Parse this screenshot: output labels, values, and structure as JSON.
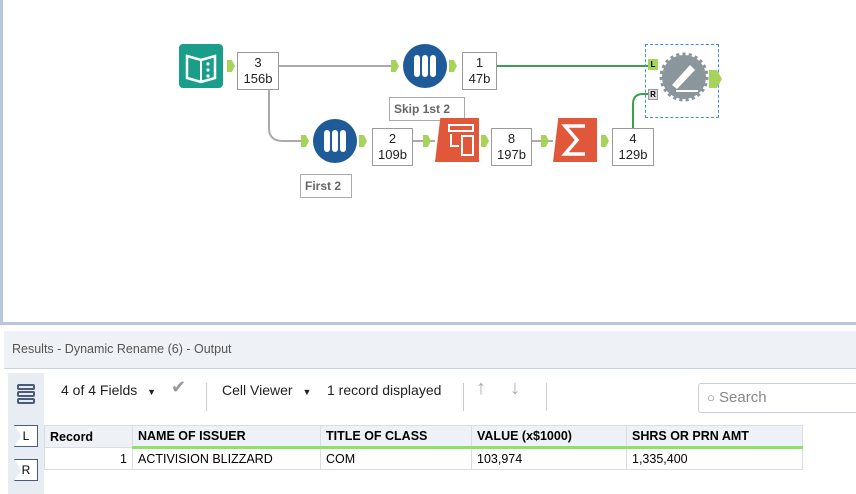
{
  "workflow": {
    "connections": [
      {
        "records": "3",
        "bytes": "156b"
      },
      {
        "records": "1",
        "bytes": "47b"
      },
      {
        "records": "2",
        "bytes": "109b"
      },
      {
        "records": "8",
        "bytes": "197b"
      },
      {
        "records": "4",
        "bytes": "129b"
      }
    ],
    "annotations": {
      "skip": "Skip 1st 2",
      "first": "First 2"
    },
    "anchors": {
      "left": "L",
      "right": "R"
    },
    "colors": {
      "input": "#1a9e8a",
      "sample": "#1f5b98",
      "transform": "#e0573a",
      "connected": "#3aa04a",
      "anchor": "#a6d35a"
    }
  },
  "results": {
    "title": "Results - Dynamic Rename (6) - Output",
    "fields_selector": "4 of 4 Fields",
    "viewer": "Cell Viewer",
    "record_count": "1 record displayed",
    "search_placeholder": "Search",
    "side": {
      "l": "L",
      "r": "R"
    },
    "columns": [
      "Record",
      "NAME OF ISSUER",
      "TITLE OF CLASS",
      "VALUE (x$1000)",
      "SHRS OR PRN AMT"
    ],
    "rows": [
      [
        "1",
        "ACTIVISION BLIZZARD",
        "COM",
        "103,974",
        "1,335,400"
      ]
    ]
  }
}
